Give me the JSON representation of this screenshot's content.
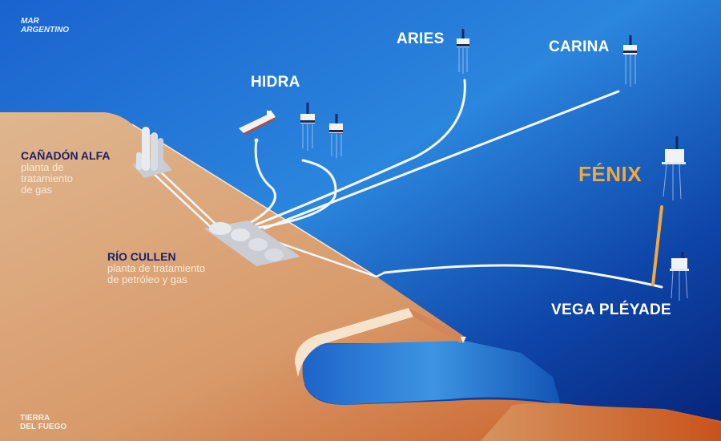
{
  "regions": {
    "sea": "MAR\nARGENTINO",
    "land": "TIERRA\nDEL FUEGO"
  },
  "fields": {
    "hidra": "HIDRA",
    "aries": "ARIES",
    "carina": "CARINA",
    "fenix": "FÉNIX",
    "vega_pleyade": "VEGA PLÉYADE"
  },
  "plants": {
    "canadon_alfa": {
      "title": "CAÑADÓN ALFA",
      "subtitle": "planta de\ntratamiento\nde gas"
    },
    "rio_cullen": {
      "title": "RÍO CULLEN",
      "subtitle": "planta de tratamiento\nde petróleo y gas"
    }
  },
  "colors": {
    "sea_dark": "#0a2a86",
    "sea_light": "#2f8de0",
    "land_light": "#dcb088",
    "land_dark": "#c9622a",
    "pipeline": "#f4f7fb",
    "pipeline_new": "#f0a93b",
    "highlight": "#f0a93b",
    "plant_title": "#1c2166"
  }
}
